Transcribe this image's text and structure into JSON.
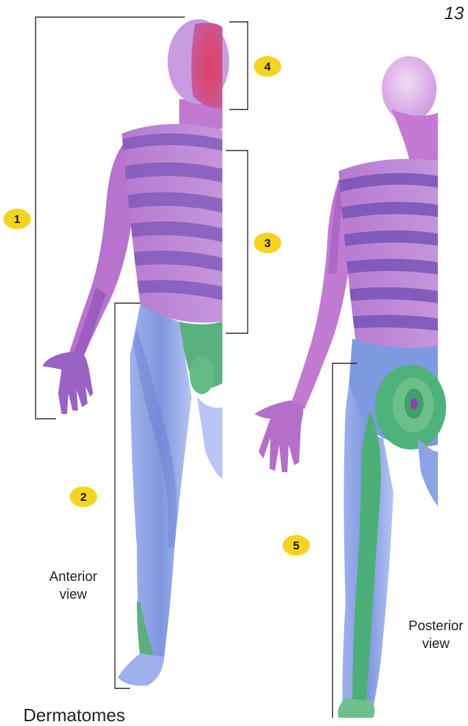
{
  "page_number": "13",
  "title": "Dermatomes",
  "anterior_caption": [
    "Anterior",
    "view"
  ],
  "posterior_caption": [
    "Posterior",
    "view"
  ],
  "markers": [
    "1",
    "2",
    "3",
    "4",
    "5"
  ],
  "colors": {
    "cervical_head": "#d9365e",
    "arm_thoracic": "#b169c9",
    "thoracic_bands": "#7a55b8",
    "lumbar_legs": "#8ea6e8",
    "sacral": "#48b57a",
    "badge": "#f4d421"
  }
}
